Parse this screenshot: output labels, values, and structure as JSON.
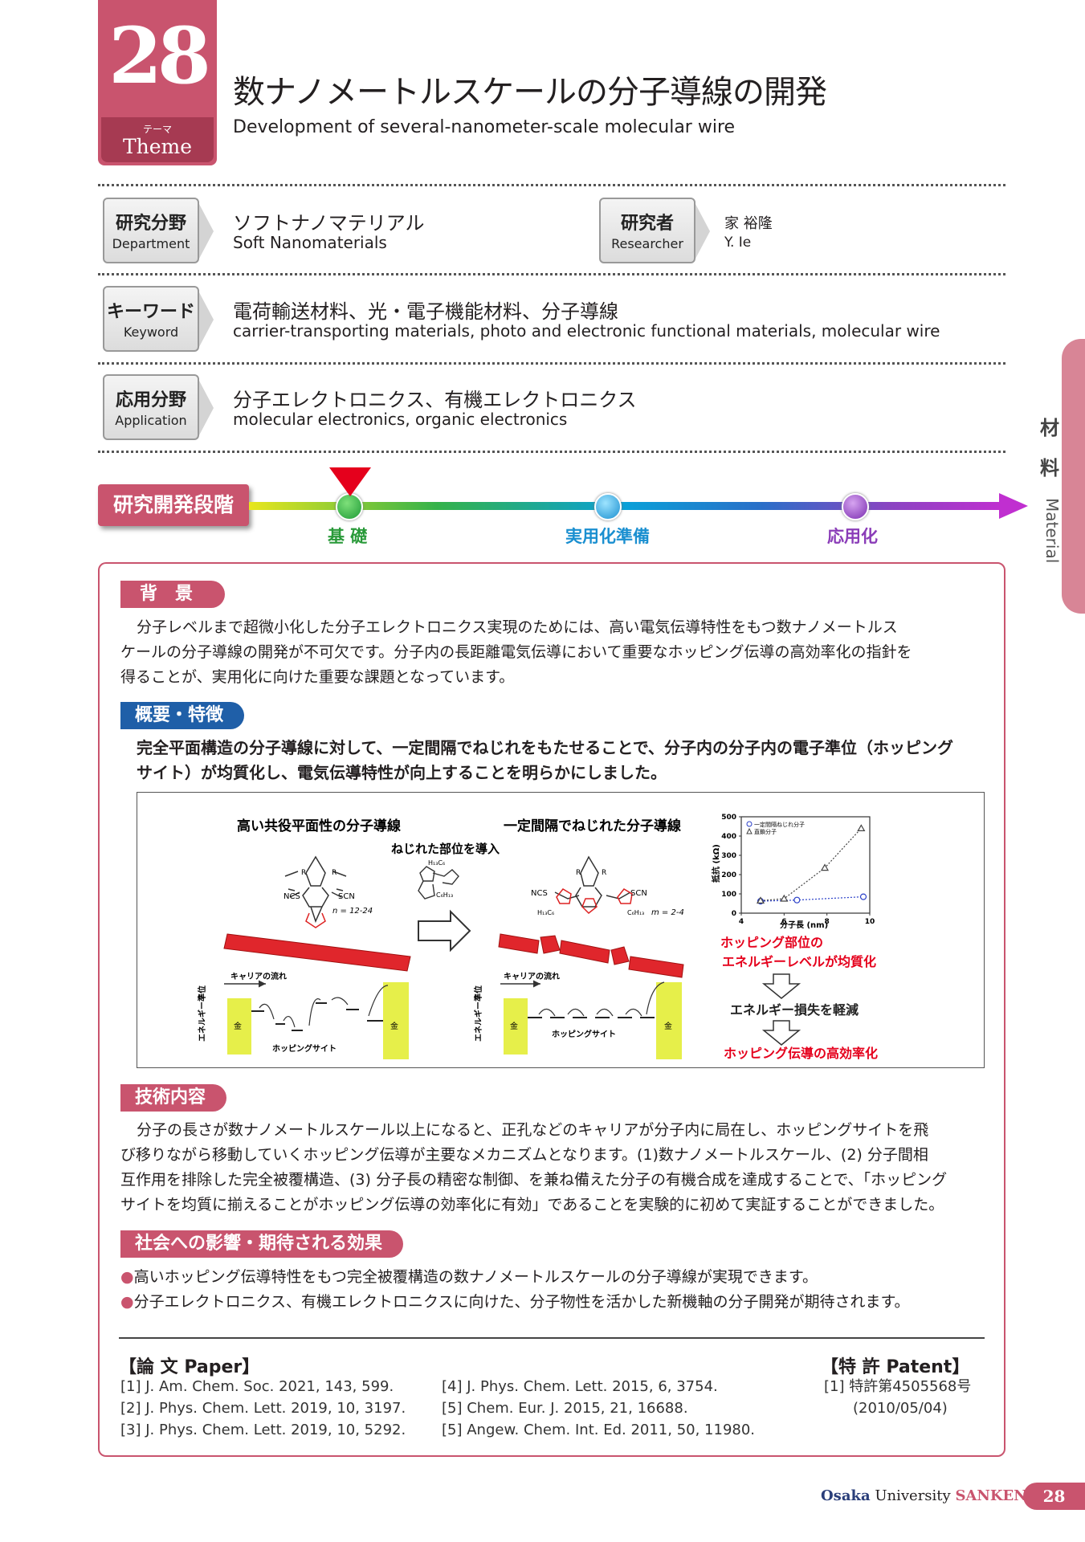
{
  "theme": {
    "number": "28",
    "label_jp": "テーマ",
    "label_en": "Theme"
  },
  "title": {
    "jp": "数ナノメートルスケールの分子導線の開発",
    "en": "Development of several-nanometer-scale molecular wire"
  },
  "department": {
    "label_jp": "研究分野",
    "label_en": "Department",
    "value_jp": "ソフトナノマテリアル",
    "value_en": "Soft Nanomaterials"
  },
  "researcher": {
    "label_jp": "研究者",
    "label_en": "Researcher",
    "name_jp": "家 裕隆",
    "name_en": "Y. Ie"
  },
  "keyword": {
    "label_jp": "キーワード",
    "label_en": "Keyword",
    "value_jp": "電荷輸送材料、光・電子機能材料、分子導線",
    "value_en": "carrier-transporting materials, photo and electronic functional materials, molecular wire"
  },
  "application": {
    "label_jp": "応用分野",
    "label_en": "Application",
    "value_jp": "分子エレクトロニクス、有機エレクトロニクス",
    "value_en": "molecular electronics, organic electronics"
  },
  "stage": {
    "label": "研究開発段階",
    "current_index": 0,
    "steps": [
      {
        "label": "基 礎",
        "color": "#2a9a3a"
      },
      {
        "label": "実用化準備",
        "color": "#1a8fd0"
      },
      {
        "label": "応用化",
        "color": "#8a3cb8"
      }
    ]
  },
  "side_tab": {
    "jp": "材料",
    "en": "Material"
  },
  "sections": {
    "background": {
      "title": "背　景",
      "lines": [
        "分子レベルまで超微小化した分子エレクトロニクス実現のためには、高い電気伝導特性をもつ数ナノメートルス",
        "ケールの分子導線の開発が不可欠です。分子内の長距離電気伝導において重要なホッピング伝導の高効率化の指針を",
        "得ることが、実用化に向けた重要な課題となっています。"
      ]
    },
    "overview": {
      "title": "概要・特徴",
      "lines": [
        "完全平面構造の分子導線に対して、一定間隔でねじれをもたせることで、分子内の分子内の電子準位（ホッピング",
        "サイト）が均質化し、電気伝導特性が向上することを明らかにしました。"
      ]
    },
    "technology": {
      "title": "技術内容",
      "lines": [
        "分子の長さが数ナノメートルスケール以上になると、正孔などのキャリアが分子内に局在し、ホッピングサイトを飛",
        "び移りながら移動していくホッピング伝導が主要なメカニズムとなります。(1)数ナノメートルスケール、(2) 分子間相",
        "互作用を排除した完全被覆構造、(3) 分子長の精密な制御、を兼ね備えた分子の有機合成を達成することで、「ホッピング",
        "サイトを均質に揃えることがホッピング伝導の効率化に有効」であることを実験的に初めて実証することができました。"
      ]
    },
    "impact": {
      "title": "社会への影響・期待される効果",
      "bullets": [
        "高いホッピング伝導特性をもつ完全被覆構造の数ナノメートルスケールの分子導線が実現できます。",
        "分子エレクトロニクス、有機エレクトロニクスに向けた、分子物性を活かした新機軸の分子開発が期待されます。"
      ]
    }
  },
  "figure": {
    "left_title": "高い共役平面性の分子導線",
    "right_title": "一定間隔でねじれた分子導線",
    "introduce_label": "ねじれた部位を導入",
    "substituent_r": "R",
    "hexyl_top": "H₁₃C₆",
    "hexyl_bottom": "C₆H₁₃",
    "ncs": "NCS",
    "scn": "SCN",
    "left_n": "n = 12-24",
    "right_m": "m = 2-4",
    "carrier_flow": "キャリアの流れ",
    "energy_level": "エネルギー準位",
    "gold": "金",
    "hopping_site": "ホッピングサイト",
    "result1": "ホッピング部位の",
    "result2": "エネルギーレベルが均質化",
    "result3": "エネルギー損失を軽減",
    "result4": "ホッピング伝導の高効率化",
    "accent_color": "#e5001c"
  },
  "chart_data": {
    "type": "scatter",
    "xlabel": "分子長 (nm)",
    "ylabel": "抵抗 (kΩ)",
    "xlim": [
      4,
      10
    ],
    "ylim": [
      0,
      500
    ],
    "xticks": [
      "4",
      "6",
      "8",
      "10"
    ],
    "yticks": [
      "0",
      "100",
      "200",
      "300",
      "400",
      "500"
    ],
    "legend_position": "top-left",
    "series": [
      {
        "name": "一定間隔ねじれ分子",
        "marker": "circle",
        "color": "#2a3fc8",
        "x": [
          4.9,
          6.6,
          9.7
        ],
        "y": [
          62,
          68,
          85
        ]
      },
      {
        "name": "直鎖分子",
        "marker": "triangle",
        "color": "#444444",
        "x": [
          4.9,
          6.0,
          7.9,
          9.6
        ],
        "y": [
          65,
          75,
          235,
          440
        ]
      }
    ]
  },
  "references": {
    "paper_heading": "【論 文 Paper】",
    "papers_col1": [
      "[1] J. Am. Chem. Soc. 2021, 143, 599.",
      "[2] J. Phys. Chem. Lett. 2019, 10, 3197.",
      "[3] J. Phys. Chem. Lett. 2019, 10, 5292."
    ],
    "papers_col2": [
      "[4] J. Phys. Chem. Lett. 2015, 6, 3754.",
      "[5] Chem. Eur. J. 2015, 21, 16688.",
      "[5] Angew. Chem. Int. Ed. 2011, 50, 11980."
    ],
    "patent_heading": "【特 許 Patent】",
    "patents": [
      "[1] 特許第4505568号",
      "(2010/05/04)"
    ]
  },
  "footer": {
    "osaka": "Osaka",
    "university": "University",
    "sanken": "SANKEN",
    "page": "28"
  },
  "colors": {
    "theme": "#c9546e",
    "accent_blue": "#1f5fa8"
  }
}
